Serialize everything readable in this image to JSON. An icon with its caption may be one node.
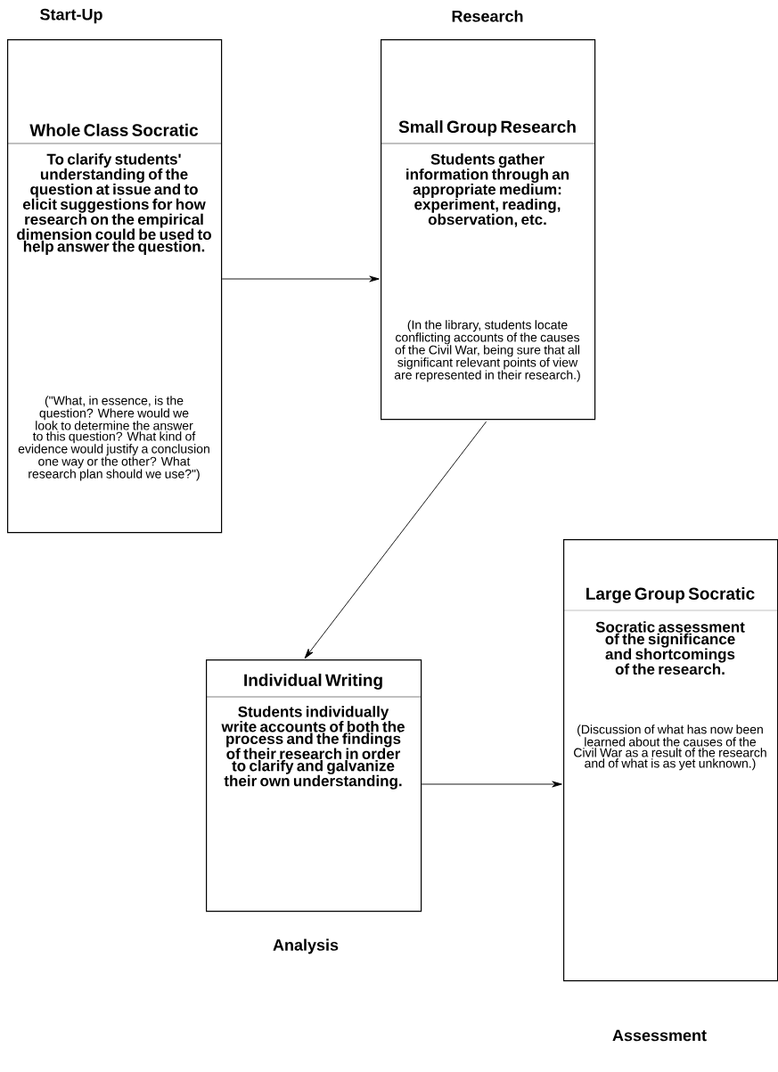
{
  "diagram": {
    "nodes": [
      {
        "text": [
          "Whole Class Socratic",
          "To clarify students' understanding of the question at issue and to elicit suggestions for how research on the empirical dimension could be used to help answer the question.",
          "(\"What, in essence, is the question? Where would we look to determine the answer to this question? What kind of evidence would justify a conclusion one way or the other? What research plan should we use?\")"
        ],
        "beside": [
          "Start-Up"
        ]
      },
      {
        "text": [
          "Small Group Research",
          "Students gather information through an appropriate medium: experiment, reading, observation, etc.",
          "(In the library, students locate conflicting accounts of the causes of the Civil War, being sure that all significant relevant points of view are represented in their research.)"
        ],
        "beside": [
          "Research"
        ]
      },
      {
        "text": [
          "Individual Writing",
          "Students individually write accounts of both the process and the findings of their research in order to clarify and galvanize their own understanding."
        ],
        "beside": [
          "Analysis"
        ]
      },
      {
        "text": [
          "Large Group Socratic",
          "Socratic assessment of the significance and shortcomings of the research.",
          "(Discussion of what has now been learned about the causes of the Civil War as a result of the research and of what is as yet unknown.)"
        ],
        "beside": [
          "Assessment"
        ]
      }
    ],
    "edges": [
      {
        "from": 0,
        "to": 1,
        "arrow": "to"
      },
      {
        "from": 1,
        "to": 2,
        "arrow": "to"
      },
      {
        "from": 2,
        "to": 3,
        "arrow": "to"
      }
    ]
  }
}
